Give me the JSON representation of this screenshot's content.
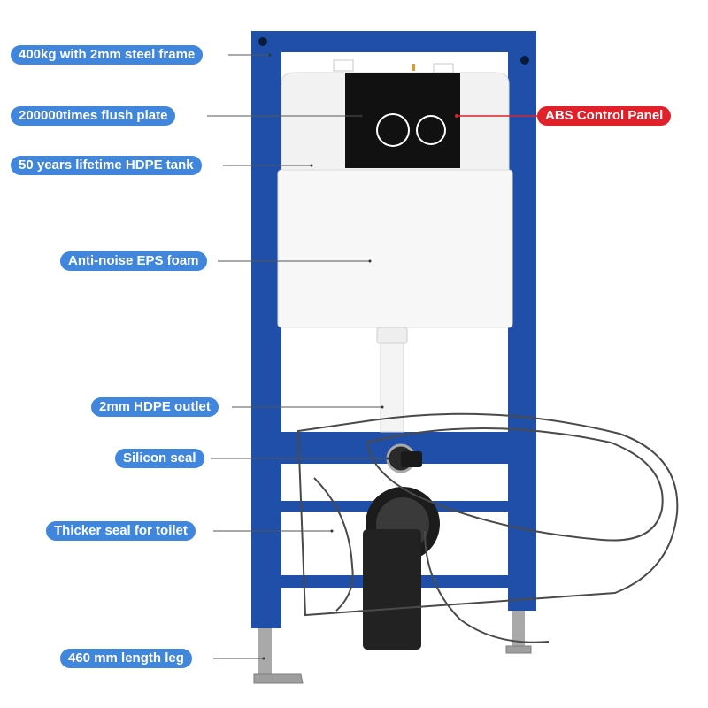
{
  "colors": {
    "label_blue": "#3f86dc",
    "label_red": "#e1202a",
    "frame_blue": "#1f4fa8",
    "steel_leg": "#a9a9a9",
    "control_panel": "#111111",
    "tank_white": "#f2f2f2"
  },
  "labels": {
    "frame": "400kg with 2mm steel frame",
    "flush_plate": "200000times flush plate",
    "tank": "50 years lifetime HDPE tank",
    "foam": "Anti-noise EPS foam",
    "outlet": "2mm HDPE outlet",
    "seal": "Silicon seal",
    "toilet_seal": "Thicker seal for toilet",
    "leg": "460 mm length leg",
    "control_panel": "ABS Control Panel"
  }
}
